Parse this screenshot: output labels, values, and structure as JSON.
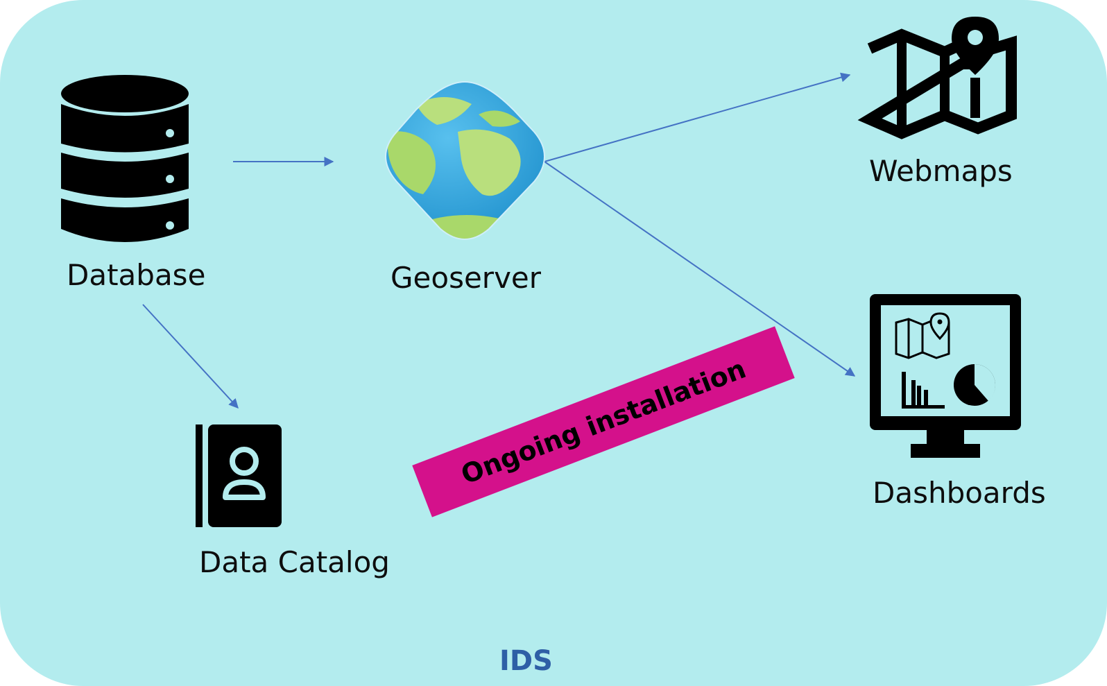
{
  "nodes": {
    "database": {
      "label": "Database",
      "icon": "database-icon"
    },
    "geoserver": {
      "label": "Geoserver",
      "icon": "globe-icon"
    },
    "webmaps": {
      "label": "Webmaps",
      "icon": "map-pin-icon"
    },
    "dashboards": {
      "label": "Dashboards",
      "icon": "monitor-dashboard-icon"
    },
    "data_catalog": {
      "label": "Data Catalog",
      "icon": "contact-book-icon"
    }
  },
  "banner": {
    "text": "Ongoing installation",
    "color": "#d4118b"
  },
  "container": {
    "label": "IDS",
    "background": "#b3ecee",
    "label_color": "#2e5fa6"
  },
  "arrow_color": "#4472c4"
}
